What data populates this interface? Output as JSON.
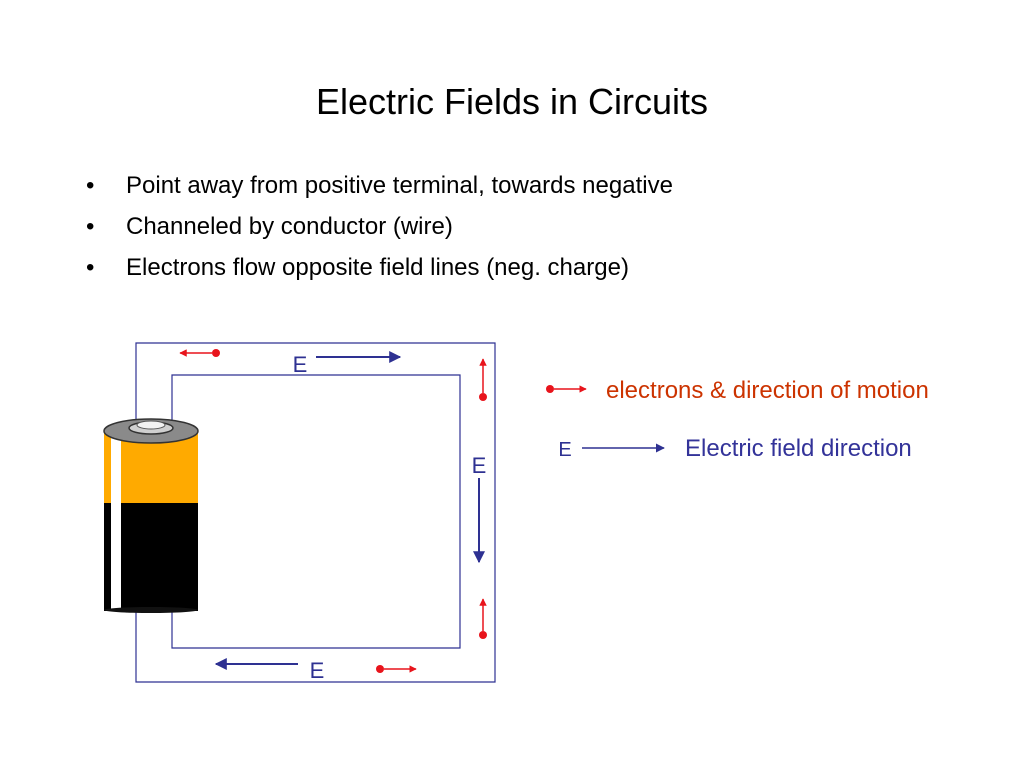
{
  "slide": {
    "title": "Electric Fields in Circuits",
    "bullet_char": "•",
    "bullets": [
      "Point away from positive terminal, towards negative",
      "Channeled by conductor (wire)",
      "Electrons flow opposite field lines (neg. charge)"
    ]
  },
  "diagram": {
    "field_labels": {
      "top": "E",
      "right": "E",
      "bottom": "E"
    }
  },
  "legend": {
    "electron_text": "electrons & direction of motion",
    "field_symbol": "E",
    "field_text": "Electric field direction"
  },
  "colors": {
    "electron": "#e8141c",
    "field": "#2e3192",
    "legend_electron_text": "#cc3300",
    "legend_field_text": "#333399",
    "battery_top": "#ffaa00",
    "battery_bottom": "#000000"
  }
}
